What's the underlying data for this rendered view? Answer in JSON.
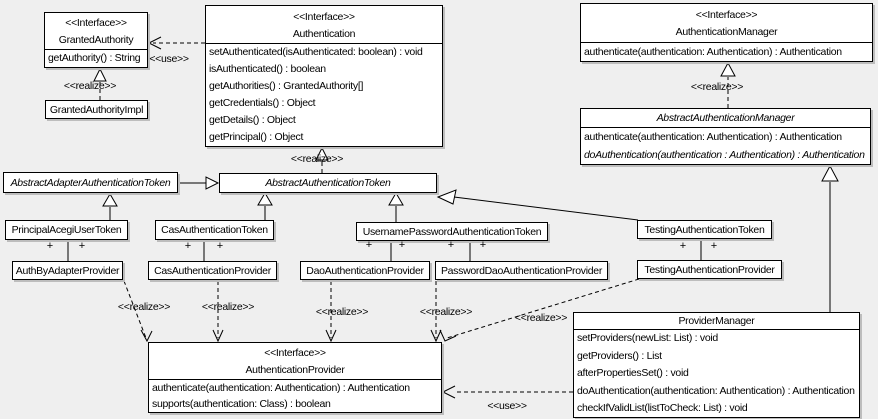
{
  "diagram": {
    "stereotypes": {
      "interface": "<<Interface>>",
      "realize": "<<realize>>",
      "use": "<<use>>",
      "plus": "+"
    },
    "classes": {
      "granted_authority": {
        "stereotype": "<<Interface>>",
        "name": "GrantedAuthority",
        "methods": [
          "getAuthority() : String"
        ]
      },
      "granted_authority_impl": {
        "name": "GrantedAuthorityImpl"
      },
      "authentication": {
        "stereotype": "<<Interface>>",
        "name": "Authentication",
        "methods": [
          "setAuthenticated(isAuthenticated: boolean) : void",
          "isAuthenticated() : boolean",
          "getAuthorities() : GrantedAuthority[]",
          "getCredentials() : Object",
          "getDetails() : Object",
          "getPrincipal() : Object"
        ]
      },
      "authentication_manager": {
        "stereotype": "<<Interface>>",
        "name": "AuthenticationManager",
        "methods": [
          "authenticate(authentication: Authentication) : Authentication"
        ]
      },
      "abstract_authentication_manager": {
        "name": "AbstractAuthenticationManager",
        "methods": [
          "authenticate(authentication: Authentication) : Authentication",
          "doAuthentication(authentication : Authentication) : Authentication"
        ]
      },
      "abstract_adapter_authentication_token": {
        "name": "AbstractAdapterAuthenticationToken"
      },
      "abstract_authentication_token": {
        "name": "AbstractAuthenticationToken"
      },
      "principal_acegi_user_token": {
        "name": "PrincipalAcegiUserToken"
      },
      "cas_authentication_token": {
        "name": "CasAuthenticationToken"
      },
      "username_password_authentication_token": {
        "name": "UsernamePasswordAuthenticationToken"
      },
      "testing_authentication_token": {
        "name": "TestingAuthenticationToken"
      },
      "auth_by_adapter_provider": {
        "name": "AuthByAdapterProvider"
      },
      "cas_authentication_provider": {
        "name": "CasAuthenticationProvider"
      },
      "dao_authentication_provider": {
        "name": "DaoAuthenticationProvider"
      },
      "password_dao_authentication_provider": {
        "name": "PasswordDaoAuthenticationProvider"
      },
      "testing_authentication_provider": {
        "name": "TestingAuthenticationProvider"
      },
      "authentication_provider": {
        "stereotype": "<<Interface>>",
        "name": "AuthenticationProvider",
        "methods": [
          "authenticate(authentication: Authentication) : Authentication",
          "supports(authentication: Class) : boolean"
        ]
      },
      "provider_manager": {
        "name": "ProviderManager",
        "methods": [
          "setProviders(newList: List) : void",
          "getProviders() : List",
          "afterPropertiesSet() : void",
          "doAuthentication(authentication: Authentication) : Authentication",
          "checkIfValidList(listToCheck: List) : void"
        ]
      }
    },
    "colors": {
      "background": "#efefef",
      "box_fill": "#ffffff",
      "line": "#000000",
      "shadow": "#bdbdbd"
    }
  }
}
